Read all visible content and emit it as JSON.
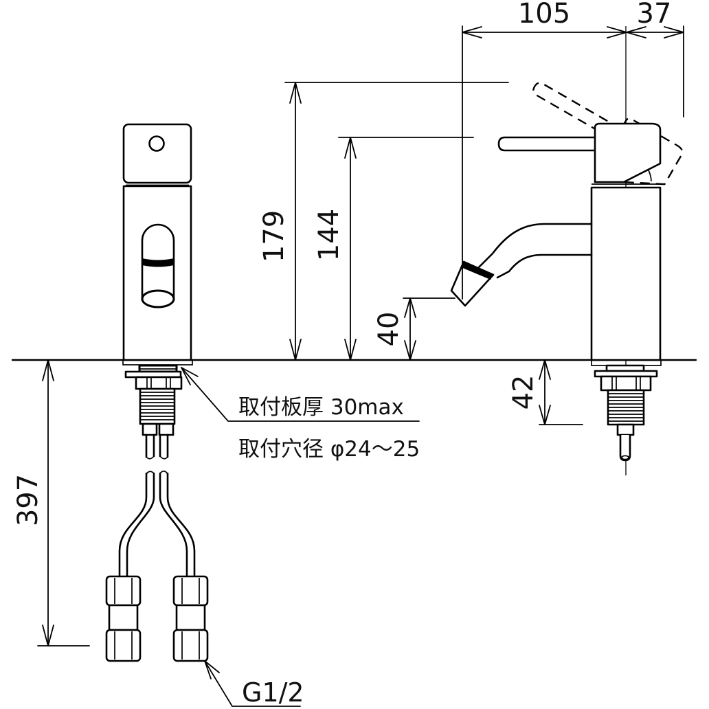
{
  "drawing": {
    "title": "faucet-installation-dimension-drawing",
    "dimensions": {
      "spout_reach": "105",
      "handle_back": "37",
      "height_lever_raised": "179",
      "height_lever_rest": "144",
      "spout_clearance": "40",
      "under_counter": "42",
      "hose_length": "397"
    },
    "notes": {
      "mount_thickness": "取付板厚 30max",
      "mount_hole": "取付穴径 φ24～25",
      "thread_size": "G1/2"
    }
  }
}
